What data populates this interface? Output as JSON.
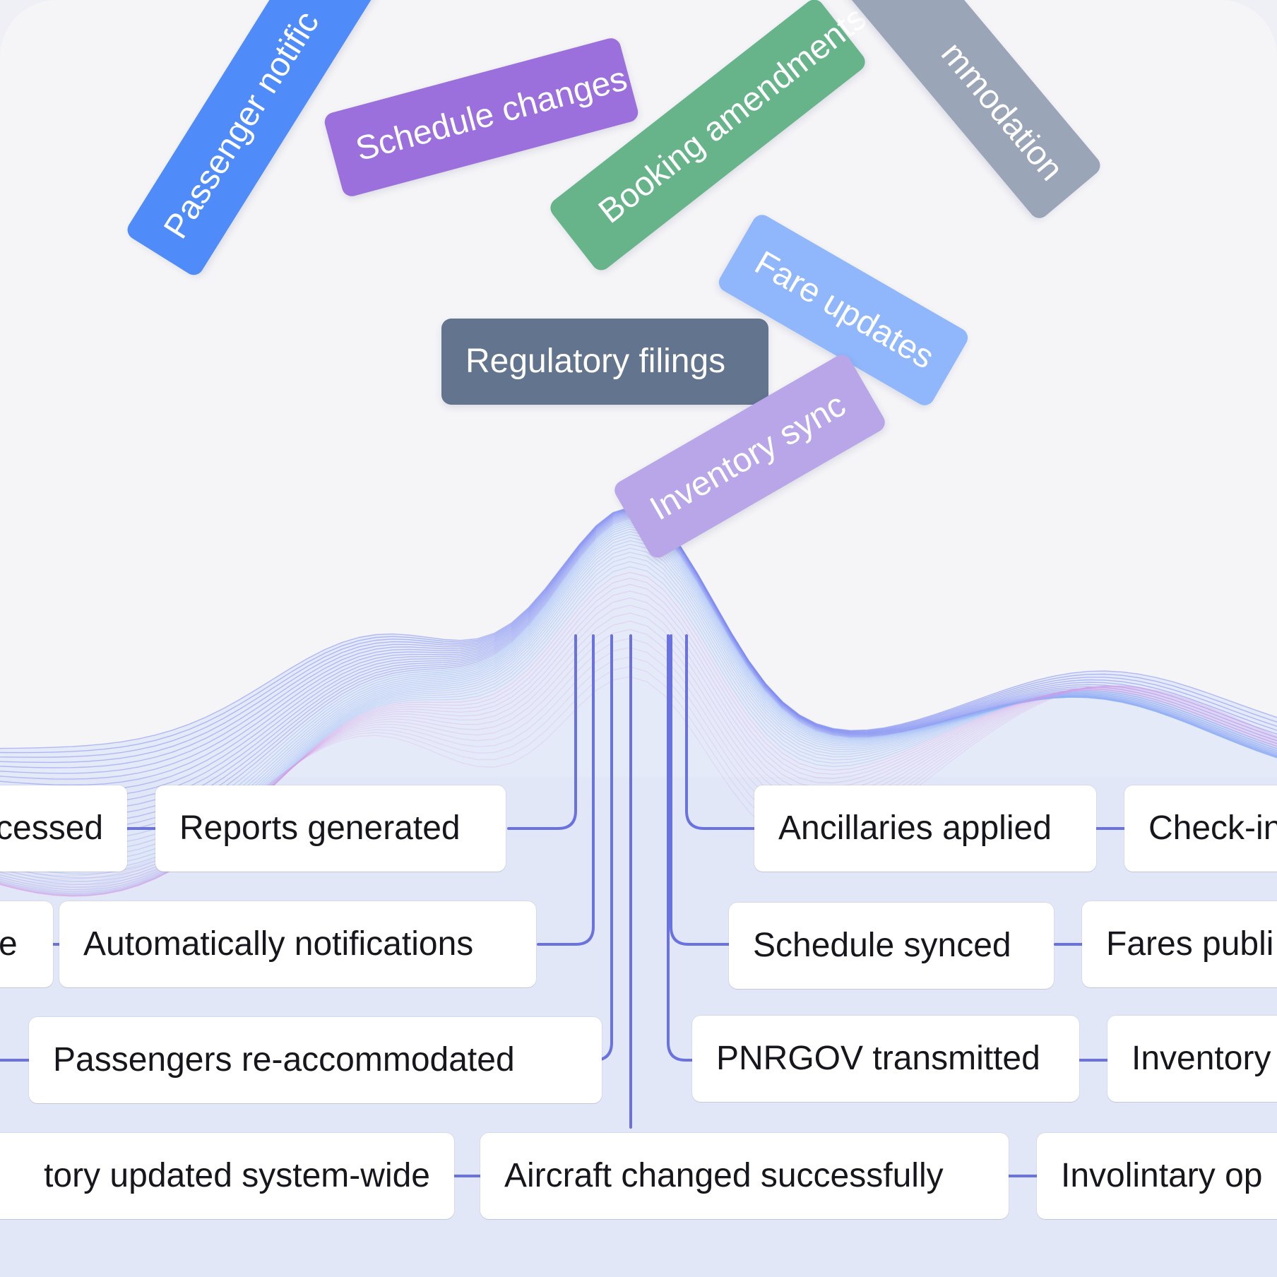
{
  "colors": {
    "connector": "#6a72e0",
    "blue": "#4f8bf9",
    "purple": "#9b70dc",
    "green": "#67b48a",
    "gray": "#9aa6b8",
    "light_blue": "#90b7fb",
    "slate": "#62748e",
    "lavender": "#b8a6e8"
  },
  "tags": [
    {
      "label": "Passenger notific",
      "color": "#4f8bf9"
    },
    {
      "label": "Schedule changes",
      "color": "#9b70dc"
    },
    {
      "label": "Booking amendments",
      "color": "#67b48a"
    },
    {
      "label": "mmodation",
      "color": "#9aa6b8"
    },
    {
      "label": "Fare updates",
      "color": "#90b7fb"
    },
    {
      "label": "Regulatory filings",
      "color": "#62748e"
    },
    {
      "label": "Inventory sync",
      "color": "#b8a6e8"
    }
  ],
  "nodes": {
    "left": [
      {
        "label": "cessed"
      },
      {
        "label": "Reports generated"
      },
      {
        "label": "e"
      },
      {
        "label": "Automatically notifications"
      },
      {
        "label": "Passengers re-accommodated"
      }
    ],
    "right": [
      {
        "label": "Ancillaries applied"
      },
      {
        "label": "Check-in"
      },
      {
        "label": "Schedule synced"
      },
      {
        "label": "Fares publi"
      },
      {
        "label": "PNRGOV transmitted"
      },
      {
        "label": "Inventory"
      }
    ],
    "bottom": [
      {
        "label": "tory updated system-wide"
      },
      {
        "label": "Aircraft changed successfully"
      },
      {
        "label": "Involintary op"
      }
    ]
  }
}
